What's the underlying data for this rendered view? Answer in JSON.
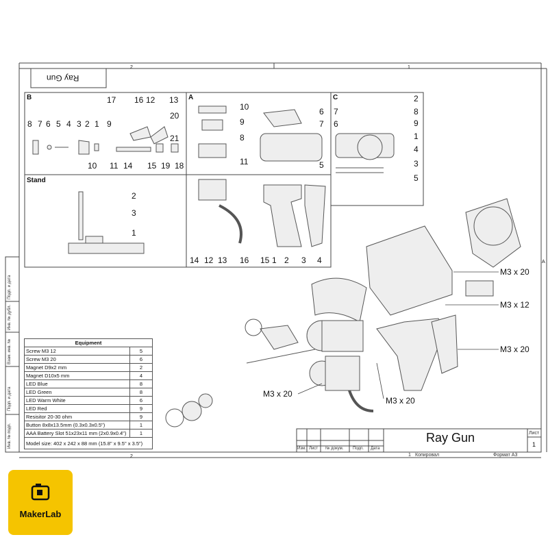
{
  "title_block": {
    "title": "Ray Gun",
    "mirrored_title": "Ray Gun",
    "sheet_label": "Лист",
    "sheet_number": "1",
    "columns": [
      "Изм.",
      "Лист",
      "№ докум.",
      "Подп.",
      "Дата"
    ],
    "copied": "Копировал",
    "format": "Формат А3",
    "zone_number": "1"
  },
  "frame": {
    "zones_top": [
      "2",
      "1"
    ],
    "zones_bottom": [
      "2",
      "1"
    ],
    "zone_right": "A"
  },
  "side_stamps": [
    "Подп. и дата",
    "Инв. № дубл.",
    "Взам. инв. №",
    "Подп. и дата",
    "Инв. № подп."
  ],
  "panels": {
    "B": {
      "label": "B",
      "numbers": [
        "17",
        "16",
        "12",
        "13",
        "8",
        "7",
        "6",
        "5",
        "4",
        "3",
        "2",
        "1",
        "9",
        "20",
        "21",
        "10",
        "11",
        "14",
        "15",
        "19",
        "18"
      ]
    },
    "A": {
      "label": "A",
      "numbers": [
        "10",
        "9",
        "8",
        "11",
        "6",
        "7",
        "5"
      ]
    },
    "C": {
      "label": "C",
      "numbers": [
        "2",
        "7",
        "8",
        "6",
        "9",
        "1",
        "4",
        "3",
        "5"
      ]
    },
    "stand": {
      "label": "Stand",
      "numbers": [
        "2",
        "3",
        "1"
      ]
    },
    "grip": {
      "numbers": [
        "14",
        "12",
        "13",
        "16",
        "15",
        "1",
        "2",
        "3",
        "4"
      ]
    }
  },
  "callouts": [
    "M3 x 20",
    "M3 x 12",
    "M3 x 20",
    "M3 x 20",
    "M3 x 20"
  ],
  "equipment": {
    "header": "Equipment",
    "rows": [
      {
        "item": "Screw M3 12",
        "qty": "5"
      },
      {
        "item": "Screw M3 20",
        "qty": "6"
      },
      {
        "item": "Magnet D9x2 mm",
        "qty": "2"
      },
      {
        "item": "Magnet D10x5 mm",
        "qty": "4"
      },
      {
        "item": "LED Blue",
        "qty": "8"
      },
      {
        "item": "LED Green",
        "qty": "8"
      },
      {
        "item": "LED Warm White",
        "qty": "6"
      },
      {
        "item": "LED Red",
        "qty": "9"
      },
      {
        "item": "Resisitor 20-30 ohm",
        "qty": "9"
      },
      {
        "item": "Button 8x8x13.5mm (0.3x0.3x0.5\")",
        "qty": "1"
      },
      {
        "item": "AAA Battery Slot 51x23x11 mm (2x0.9x0.4\")",
        "qty": "1"
      }
    ],
    "model_size": "Model size: 402 x 242 x 88 mm (15.8\" x 9.5\" x 3.5\")"
  },
  "logo": {
    "text": "MakerLab",
    "color": "#f5c400"
  }
}
